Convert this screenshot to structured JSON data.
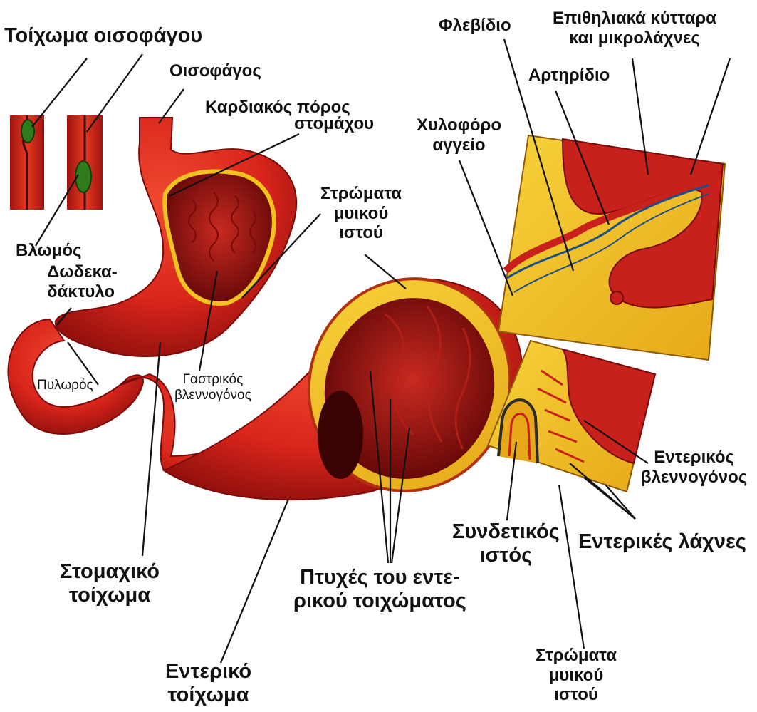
{
  "labels": {
    "esophageal_wall": "Τοίχωμα οισοφάγου",
    "esophagus": "Οισοφάγος",
    "cardia_l1": "Καρδιακός πόρος",
    "cardia_l2": "στομάχου",
    "bolus": "Βλωμός",
    "duodenum_l1": "Δωδεκα-",
    "duodenum_l2": "δάκτυλο",
    "pylorus": "Πυλωρός",
    "gastric_mucosa_l1": "Γαστρικός",
    "gastric_mucosa_l2": "βλεννογόνος",
    "muscle_layers_l1": "Στρώματα",
    "muscle_layers_l2": "μυικού",
    "muscle_layers_l3": "ιστού",
    "venule": "Φλεβίδιο",
    "epithelial_l1": "Επιθηλιακά κύτταρα",
    "epithelial_l2": "και μικρολάχνες",
    "arteriole": "Αρτηρίδιο",
    "lacteal_l1": "Χυλοφόρο",
    "lacteal_l2": "αγγείο",
    "intestinal_mucosa_l1": "Εντερικός",
    "intestinal_mucosa_l2": "βλεννογόνος",
    "villi": "Εντερικές λάχνες",
    "connective_l1": "Συνδετικός",
    "connective_l2": "ιστός",
    "stomach_wall_l1": "Στομαχικό",
    "stomach_wall_l2": "τοίχωμα",
    "folds_l1": "Πτυχές του εντε-",
    "folds_l2": "ρικού τοιχώματος",
    "intestinal_wall_l1": "Εντερικό",
    "intestinal_wall_l2": "τοίχωμα",
    "muscle_layers2_l1": "Στρώματα",
    "muscle_layers2_l2": "μυικού",
    "muscle_layers2_l3": "ιστού"
  },
  "colors": {
    "organ_red": "#d9251b",
    "organ_dark": "#7a0b0b",
    "tissue_yellow": "#f2c21e",
    "bolus_green": "#2f7a1a",
    "leader_line": "#111111"
  }
}
